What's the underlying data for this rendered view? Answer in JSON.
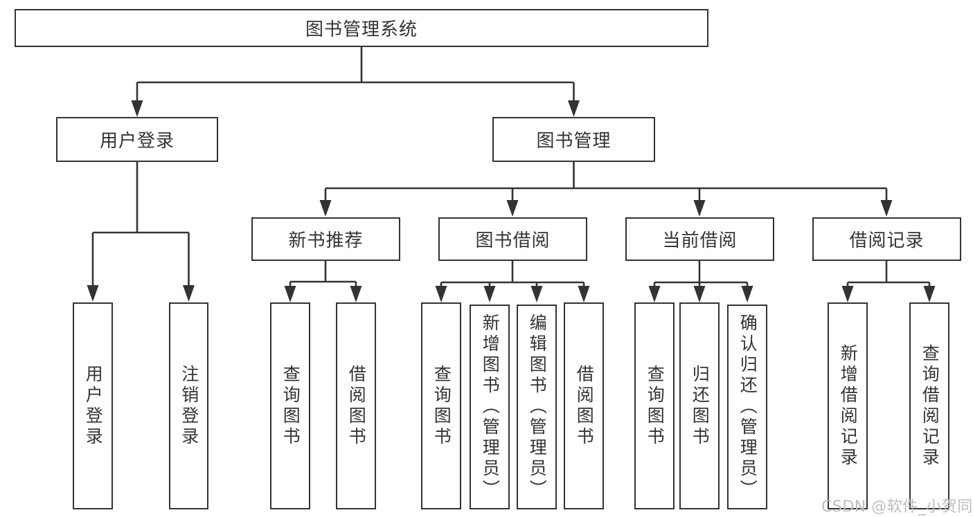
{
  "colors": {
    "line": "#333333",
    "border": "#333333",
    "text": "#333333",
    "watermark": "#bdbdbd",
    "background": "#ffffff"
  },
  "nodes": {
    "root": {
      "label": "图书管理系统"
    },
    "user_login": {
      "label": "用户登录"
    },
    "book_management": {
      "label": "图书管理"
    },
    "new_book_recommend": {
      "label": "新书推荐"
    },
    "book_borrowing": {
      "label": "图书借阅"
    },
    "current_borrowing": {
      "label": "当前借阅"
    },
    "borrowing_records": {
      "label": "借阅记录"
    },
    "leaf_user_login": {
      "label": "用户登录"
    },
    "leaf_logout": {
      "label": "注销登录"
    },
    "leaf_query_books_recommend": {
      "label": "查询图书"
    },
    "leaf_borrow_books_recommend": {
      "label": "借阅图书"
    },
    "leaf_query_books_borrowing": {
      "label": "查询图书"
    },
    "leaf_add_books_admin": {
      "label": "新增图书（管理员）"
    },
    "leaf_edit_books_admin": {
      "label": "编辑图书（管理员）"
    },
    "leaf_borrow_books_borrowing": {
      "label": "借阅图书"
    },
    "leaf_query_books_current": {
      "label": "查询图书"
    },
    "leaf_return_books": {
      "label": "归还图书"
    },
    "leaf_confirm_return_admin": {
      "label": "确认归还（管理员）"
    },
    "leaf_add_borrow_record": {
      "label": "新增借阅记录"
    },
    "leaf_query_borrow_record": {
      "label": "查询借阅记录"
    }
  },
  "watermark": {
    "text": "CSDN @软件_小贺同学"
  }
}
